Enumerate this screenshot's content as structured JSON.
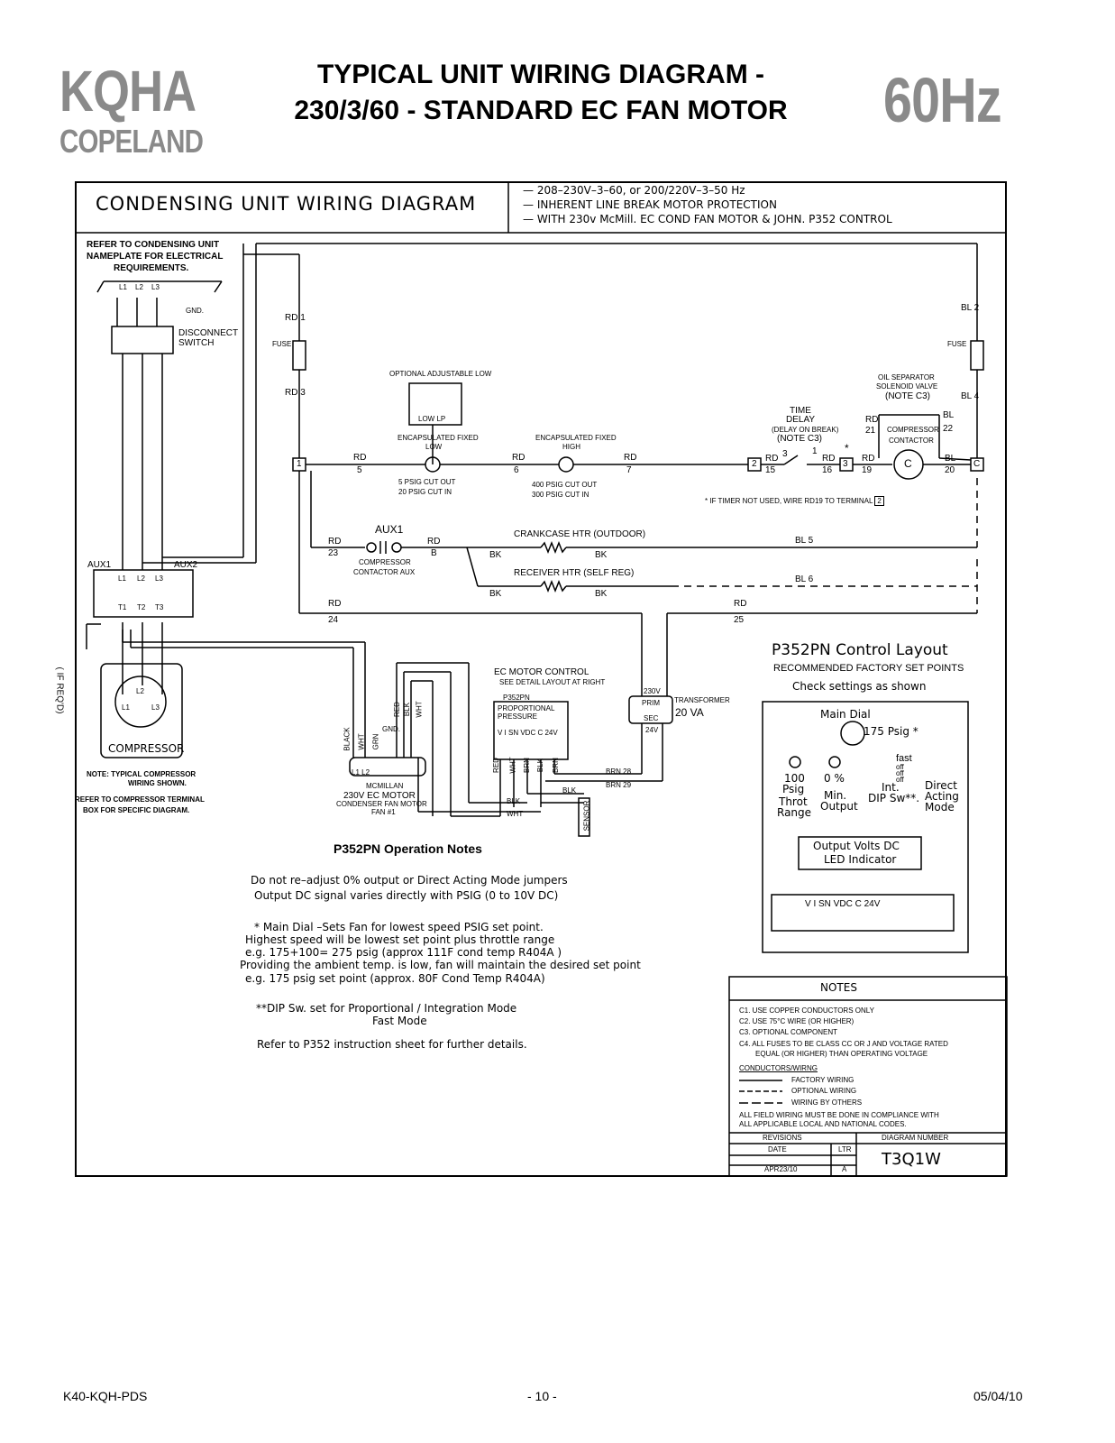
{
  "header": {
    "brand_model": "KQHA",
    "brand_maker": "COPELAND",
    "title_line1": "TYPICAL UNIT WIRING DIAGRAM -",
    "title_line2": "230/3/60 - STANDARD EC FAN MOTOR",
    "frequency": "60Hz"
  },
  "diagram": {
    "title": "CONDENSING UNIT WIRING DIAGRAM",
    "specs": [
      "— 208–230V–3–60, or 200/220V–3–50 Hz",
      "— INHERENT LINE BREAK MOTOR PROTECTION",
      "— WITH 230v McMill. EC COND FAN MOTOR & JOHN. P352 CONTROL"
    ],
    "refer_nameplate": [
      "REFER TO CONDENSING UNIT",
      "NAMEPLATE FOR ELECTRICAL",
      "REQUIREMENTS."
    ],
    "lines": [
      "L1",
      "L2",
      "L3"
    ],
    "gnd": "GND.",
    "disconnect": [
      "DISCONNECT",
      "SWITCH"
    ],
    "aux1": "AUX1",
    "aux2": "AUX2",
    "terminals_l": [
      "L1",
      "L2",
      "L3"
    ],
    "terminals_t": [
      "T1",
      "T2",
      "T3"
    ],
    "if_reqd": "( IF REQ'D)",
    "compressor": "COMPRESSOR",
    "comp_terms": [
      "L2",
      "L1",
      "L3"
    ],
    "note_comp": [
      "NOTE: TYPICAL COMPRESSOR",
      "WIRING SHOWN."
    ],
    "refer_terminal": [
      "REFER TO COMPRESSOR TERMINAL",
      "BOX FOR SPECIFIC DIAGRAM."
    ],
    "wire_labels": {
      "rd1": "RD  1",
      "rd3": "RD  3",
      "fuse_l": "FUSE",
      "fuse_r": "FUSE",
      "bl2": "BL  2",
      "bl4": "BL  4",
      "rd5": "RD",
      "n5": "5",
      "rd6": "RD",
      "n6": "6",
      "rd7": "RD",
      "n7": "7",
      "rd15": "RD",
      "n15": "15",
      "rd16": "RD",
      "n16": "16",
      "rd19": "RD",
      "n19": "19",
      "bl20": "BL",
      "n20": "20",
      "rd21": "RD",
      "n21": "21",
      "bl22": "BL",
      "n22": "22",
      "rd23": "RD",
      "n23": "23",
      "rdb": "RD",
      "nb": "B",
      "rd24": "RD",
      "n24": "24",
      "rd25": "RD",
      "n25": "25",
      "bl5": "BL  5",
      "bl6": "BL  6",
      "bk": "BK",
      "t1": "1",
      "t2": "2",
      "t3": "3",
      "c": "C",
      "star": "*"
    },
    "optional_low": "OPTIONAL ADJUSTABLE LOW",
    "low_lp": "LOW  LP",
    "enc_low": [
      "ENCAPSULATED FIXED",
      "LOW"
    ],
    "enc_high": [
      "ENCAPSULATED FIXED",
      "HIGH"
    ],
    "low_psig": [
      "5 PSIG CUT OUT",
      "20 PSIG CUT IN"
    ],
    "high_psig": [
      "400 PSIG CUT OUT",
      "300 PSIG CUT IN"
    ],
    "time_delay": [
      "TIME",
      "DELAY",
      "(DELAY ON BREAK)",
      "(NOTE C3)"
    ],
    "oil_sep": [
      "OIL SEPARATOR",
      "SOLENOID VALVE",
      "(NOTE C3)"
    ],
    "comp_contactor": [
      "COMPRESSOR",
      "CONTACTOR"
    ],
    "timer_note": "IF TIMER NOT USED, WIRE RD19 TO TERMINAL",
    "aux1_mid": "AUX1",
    "comp_contactor_aux": [
      "COMPRESSOR",
      "CONTACTOR AUX"
    ],
    "crankcase": "CRANKCASE  HTR (OUTDOOR)",
    "receiver": "RECEIVER  HTR (SELF REG)",
    "ec_motor_control": [
      "EC MOTOR CONTROL",
      "SEE DETAIL LAYOUT AT RIGHT"
    ],
    "p352pn": "P352PN",
    "prop_pressure": [
      "PROPORTIONAL",
      "PRESSURE"
    ],
    "p352_terms": "V  I  SN VDC C  24V",
    "transformer": "TRANSFORMER",
    "va": "20 VA",
    "v230": "230V",
    "v24": "24V",
    "prim": "PRIM",
    "sec": "SEC",
    "brn28": "BRN 28",
    "brn29": "BRN 29",
    "blk": "BLK",
    "wht": "WHT",
    "sensor": "SENSOR",
    "motor_wires": [
      "BLACK",
      "WHT",
      "GRN"
    ],
    "p352_wires": [
      "RED",
      "WHT",
      "BRN",
      "BLK",
      "BRN"
    ],
    "top_wires": [
      "RED",
      "BLK",
      "WHT"
    ],
    "gnd2": "GND.",
    "mcmillan": [
      "MCMILLAN",
      "230V EC MOTOR",
      "CONDENSER FAN MOTOR",
      "FAN #1"
    ],
    "motor_terms": "L1 L2"
  },
  "control_layout": {
    "title": "P352PN  Control  Layout",
    "subtitle": "RECOMMENDED FACTORY SET POINTS",
    "check": "Check  settings  as  shown",
    "main_dial": "Main  Dial",
    "dial_value": "175  Psig  *",
    "throt": [
      "100",
      "Psig",
      "Throt",
      "Range"
    ],
    "min": [
      "0  %",
      "Min.",
      "Output"
    ],
    "dip": [
      "fast",
      "off",
      "off",
      "off",
      "Int.",
      "DIP  Sw**."
    ],
    "direct": [
      "Direct",
      "Acting",
      "Mode"
    ],
    "output_volts": [
      "Output  Volts  DC",
      "LED  Indicator"
    ],
    "terms": "V   I   SN  VDC  C   24V"
  },
  "operation_notes": {
    "title": "P352PN  Operation  Notes",
    "lines": [
      "Do  not  re–adjust  0%  output  or  Direct  Acting  Mode  jumpers",
      "Output  DC  signal  varies  directly  with  PSIG  (0  to  10V  DC)",
      "* Main  Dial  –Sets  Fan  for  lowest  speed  PSIG  set  point.",
      "Highest  speed  will  be  lowest  set  point  plus  throttle  range",
      "e.g.  175+100=  275  psig  (approx  111F  cond  temp  R404A  )",
      "Providing  the  ambient  temp.  is  low,  fan  will  maintain  the  desired  set  point",
      "e.g.  175  psig  set  point  (approx.  80F  Cond  Temp  R404A)",
      "**DIP  Sw.  set  for  Proportional  /  Integration  Mode",
      "Fast  Mode",
      "Refer  to  P352  instruction  sheet  for  further  details."
    ]
  },
  "notes": {
    "title": "NOTES",
    "items": [
      "C1.  USE COPPER CONDUCTORS ONLY",
      "C2.  USE 75°C WIRE (OR HIGHER)",
      "C3.  OPTIONAL COMPONENT",
      "C4.  ALL FUSES TO BE CLASS CC OR J AND VOLTAGE RATED",
      "EQUAL (OR HIGHER) THAN OPERATING VOLTAGE"
    ],
    "conductors": "CONDUCTORS/WIRNG",
    "factory": "FACTORY WIRING",
    "optional": "OPTIONAL WIRING",
    "others": "WIRING BY OTHERS",
    "field": [
      "ALL FIELD WIRING MUST BE DONE IN COMPLIANCE WITH",
      "ALL APPLICABLE LOCAL AND NATIONAL CODES."
    ],
    "revisions": "REVISIONS",
    "diagram_number_label": "DIAGRAM NUMBER",
    "date_label": "DATE",
    "ltr_label": "LTR",
    "date": "APR23/10",
    "ltr": "A",
    "diagram_number": "T3Q1W"
  },
  "footer": {
    "left": "K40-KQH-PDS",
    "center": "- 10 -",
    "right": "05/04/10"
  }
}
